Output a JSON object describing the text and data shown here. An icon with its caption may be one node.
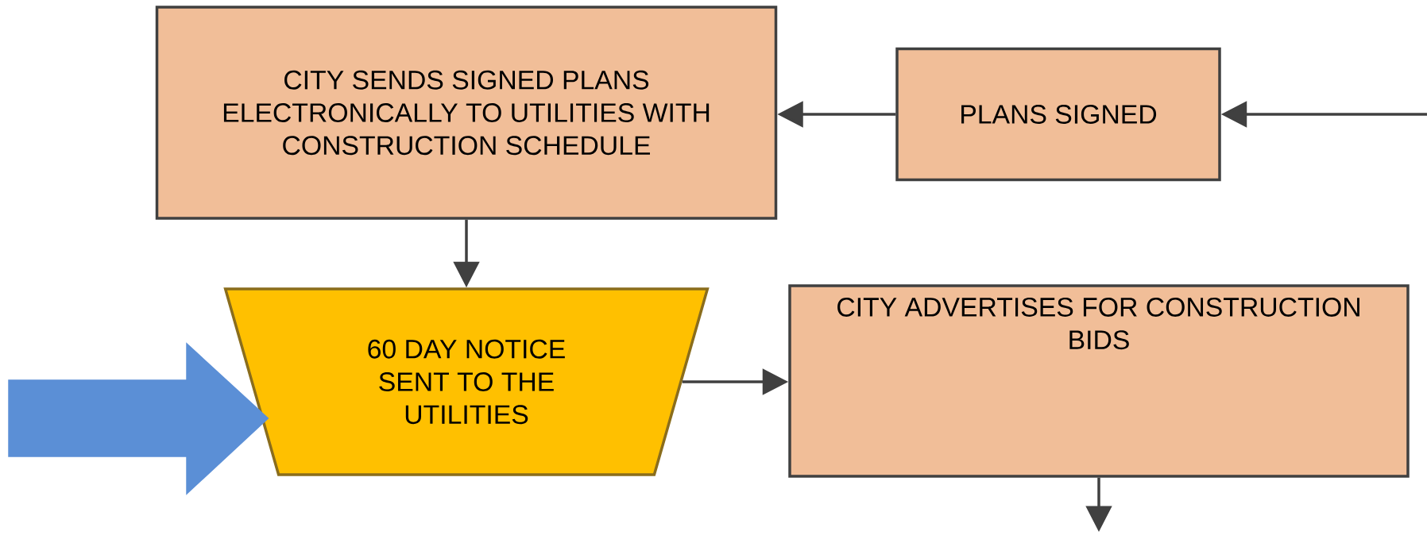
{
  "diagram": {
    "nodes": [
      {
        "text": [
          "CITY SENDS SIGNED PLANS ELECTRONICALLY TO UTILITIES WITH CONSTRUCTION SCHEDULE"
        ]
      },
      {
        "text": [
          "PLANS SIGNED"
        ]
      },
      {
        "text": [
          "60 DAY NOTICE SENT TO THE UTILITIES"
        ]
      },
      {
        "text": [
          "CITY ADVERTISES FOR CONSTRUCTION BIDS"
        ]
      }
    ],
    "edges": [
      {
        "from": null,
        "to": 1,
        "arrow": "to"
      },
      {
        "from": 1,
        "to": 0,
        "arrow": "to"
      },
      {
        "from": 0,
        "to": 2,
        "arrow": "to"
      },
      {
        "from": 2,
        "to": 3,
        "arrow": "to"
      },
      {
        "from": 3,
        "to": null,
        "arrow": "to"
      },
      {
        "from": null,
        "to": 2,
        "arrow": "to",
        "style": "thick",
        "color": "#5b8fd6"
      }
    ]
  }
}
